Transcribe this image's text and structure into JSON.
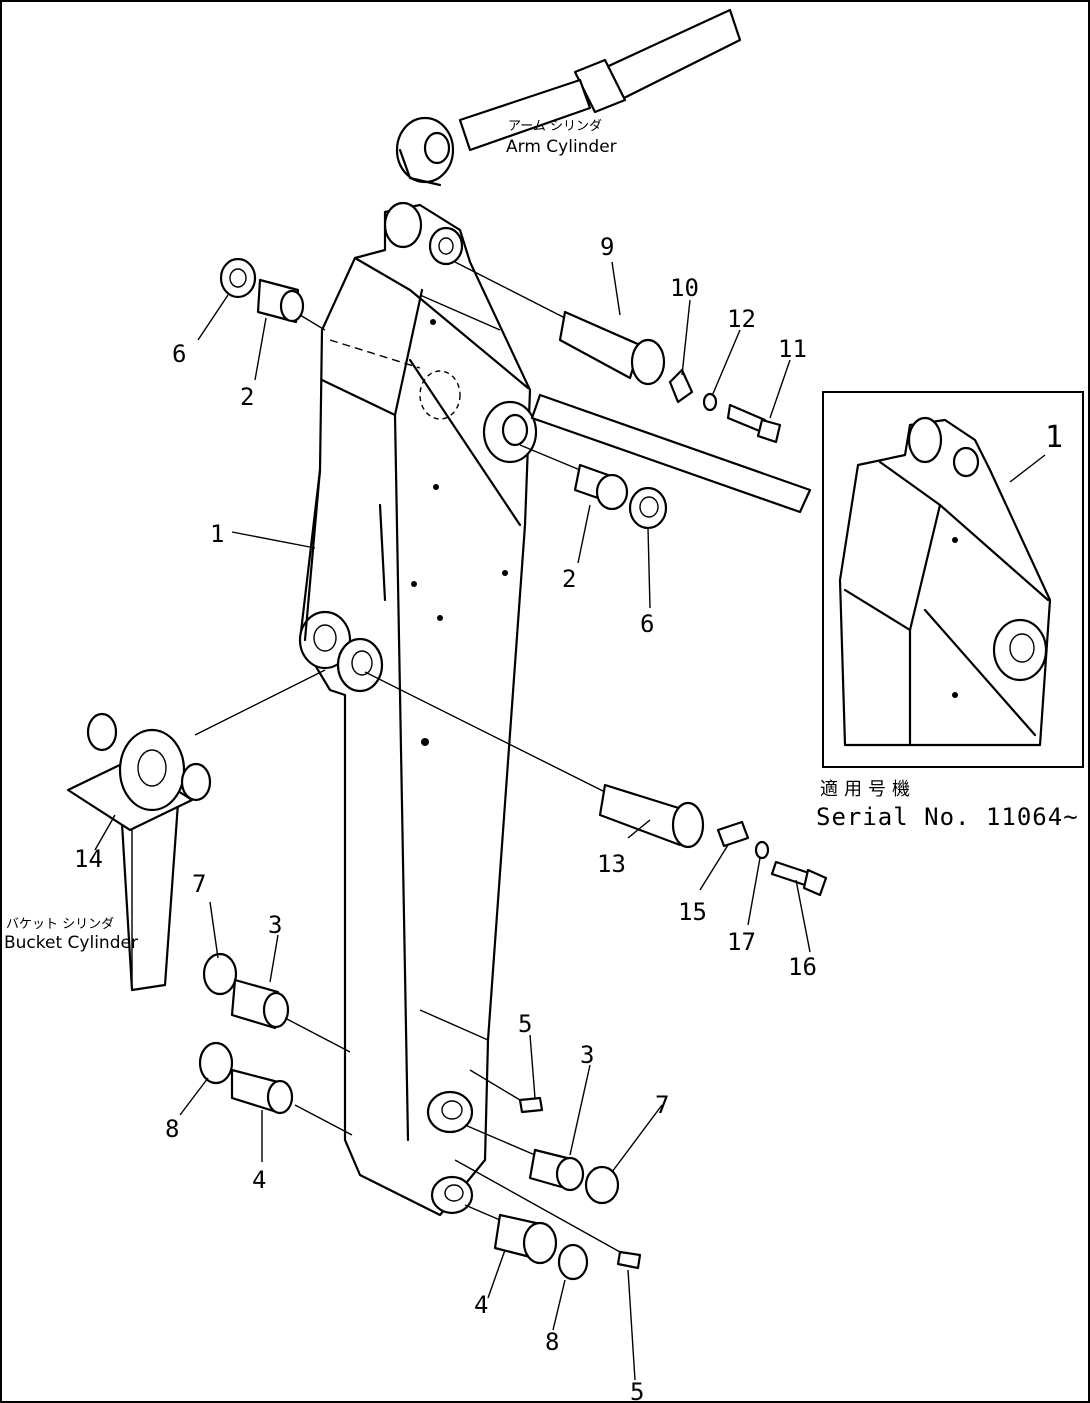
{
  "callouts": {
    "c1": "1",
    "c2a": "2",
    "c2b": "2",
    "c3a": "3",
    "c3b": "3",
    "c4a": "4",
    "c4b": "4",
    "c5a": "5",
    "c5b": "5",
    "c6a": "6",
    "c6b": "6",
    "c7a": "7",
    "c7b": "7",
    "c8a": "8",
    "c8b": "8",
    "c9": "9",
    "c10": "10",
    "c11": "11",
    "c12": "12",
    "c13": "13",
    "c14": "14",
    "c15": "15",
    "c16": "16",
    "c17": "17",
    "inset1": "1"
  },
  "labels": {
    "arm_cylinder_jp": "アーム シリンダ",
    "arm_cylinder_en": "Arm Cylinder",
    "bucket_cylinder_jp": "バケット シリンダ",
    "bucket_cylinder_en": "Bucket Cylinder"
  },
  "inset": {
    "serial_jp": "適用号機",
    "serial_en": "Serial  No. 11064~"
  }
}
